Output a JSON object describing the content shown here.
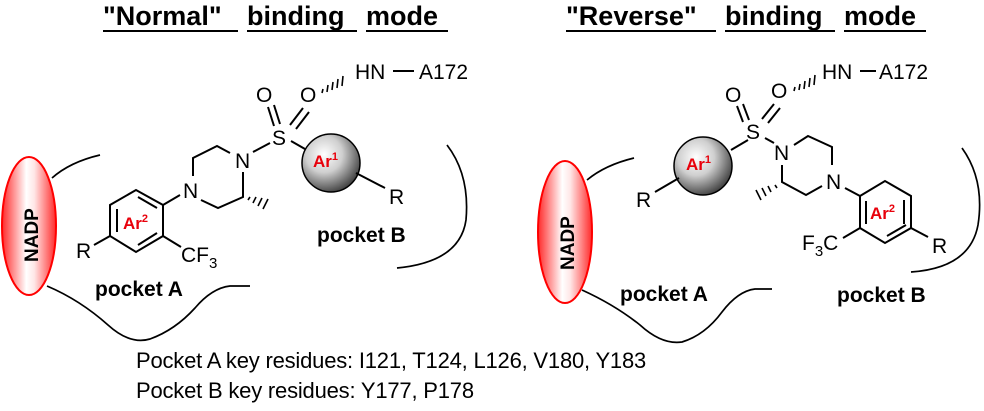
{
  "panels": {
    "normal": {
      "title_parts": [
        "\"Normal\"",
        "binding",
        "mode"
      ],
      "hbond_partner": "HN",
      "hbond_residue": "A172",
      "nadp_label": "NADP",
      "ar1_label": "Ar",
      "ar1_sup": "1",
      "ar2_label": "Ar",
      "ar2_sup": "2",
      "substituent_r": "R",
      "cf3_main": "CF",
      "cf3_sub": "3",
      "pocket_a_label": "pocket A",
      "pocket_b_label": "pocket B",
      "atoms": {
        "sulfur": "S",
        "oxygen": "O",
        "nitrogen": "N"
      }
    },
    "reverse": {
      "title_parts": [
        "\"Reverse\"",
        "binding",
        "mode"
      ],
      "hbond_partner": "HN",
      "hbond_residue": "A172",
      "nadp_label": "NADP",
      "ar1_label": "Ar",
      "ar1_sup": "1",
      "ar2_label": "Ar",
      "ar2_sup": "2",
      "substituent_r": "R",
      "f3c_main_f": "F",
      "f3c_sub": "3",
      "f3c_main_c": "C",
      "pocket_a_label": "pocket A",
      "pocket_b_label": "pocket B",
      "atoms": {
        "sulfur": "S",
        "oxygen": "O",
        "nitrogen": "N"
      }
    }
  },
  "footer": {
    "pocket_a_residues": "Pocket A key residues: I121, T124, L126, V180, Y183",
    "pocket_b_residues": "Pocket B key residues: Y177, P178"
  },
  "colors": {
    "ar_label": "#e8000b",
    "nadp_fill": "#ff3b3b",
    "nadp_stroke": "#ff0000",
    "sphere_dark": "#3a3a3a",
    "sphere_light": "#ffffff"
  }
}
